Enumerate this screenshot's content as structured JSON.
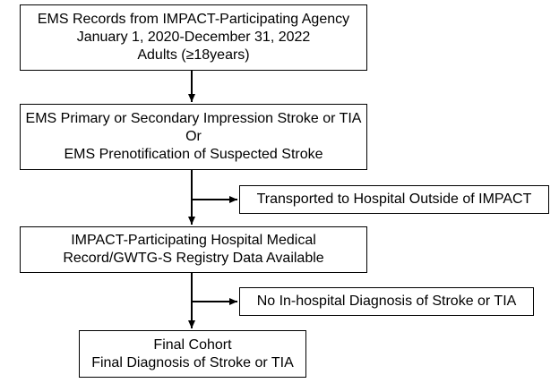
{
  "boxes": {
    "records": {
      "line1": "EMS  Records from IMPACT-Participating Agency",
      "line2": "January 1, 2020-December 31, 2022",
      "line3": "Adults (≥18years)"
    },
    "impression": {
      "line1": "EMS Primary or Secondary Impression Stroke or TIA",
      "line2": "Or",
      "line3": "EMS Prenotification of Suspected Stroke"
    },
    "hospital": {
      "line1": "IMPACT-Participating Hospital Medical",
      "line2": "Record/GWTG-S Registry Data Available"
    },
    "cohort": {
      "line1": "Final Cohort",
      "line2": "Final Diagnosis of Stroke or TIA"
    }
  },
  "exclusions": {
    "outside": "Transported to Hospital Outside of IMPACT",
    "no_diagnosis": "No In-hospital Diagnosis of Stroke or TIA"
  }
}
